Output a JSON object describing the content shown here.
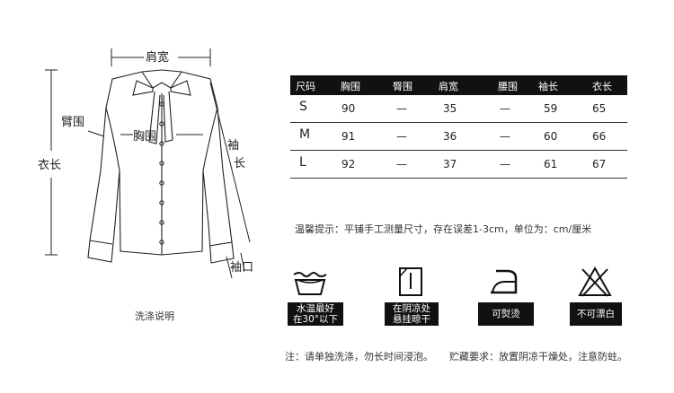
{
  "diagram": {
    "shoulder": "肩宽",
    "arm": "臂围",
    "chest": "胸围",
    "length": "衣长",
    "sleeve": [
      "袖",
      "长"
    ],
    "cuff": "袖口"
  },
  "table": {
    "headers": [
      "尺码",
      "胸围",
      "臀围",
      "肩宽",
      "腰围",
      "袖长",
      "衣长"
    ],
    "rows": [
      [
        "S",
        "90",
        "—",
        "35",
        "—",
        "59",
        "65"
      ],
      [
        "M",
        "91",
        "—",
        "36",
        "—",
        "60",
        "66"
      ],
      [
        "L",
        "92",
        "—",
        "37",
        "—",
        "61",
        "67"
      ]
    ]
  },
  "hint": "温馨提示：平铺手工测量尺寸，存在误差1-3cm，单位为：cm/厘米",
  "wash_title": "洗涤说明",
  "care": [
    {
      "icon": "wash-basin-icon",
      "lines": [
        "水温最好",
        "在30°以下"
      ]
    },
    {
      "icon": "hang-dry-icon",
      "lines": [
        "在阴凉处",
        "悬挂晾干"
      ]
    },
    {
      "icon": "iron-icon",
      "lines": [
        "可熨烫"
      ]
    },
    {
      "icon": "no-bleach-icon",
      "lines": [
        "不可漂白"
      ]
    }
  ],
  "notes": {
    "left": "注：请单独洗涤，勿长时间浸泡。",
    "right": "贮藏要求：放置阴凉干燥处，注意防蛀。"
  },
  "colors": {
    "badge": "#111111",
    "line": "#333333"
  }
}
